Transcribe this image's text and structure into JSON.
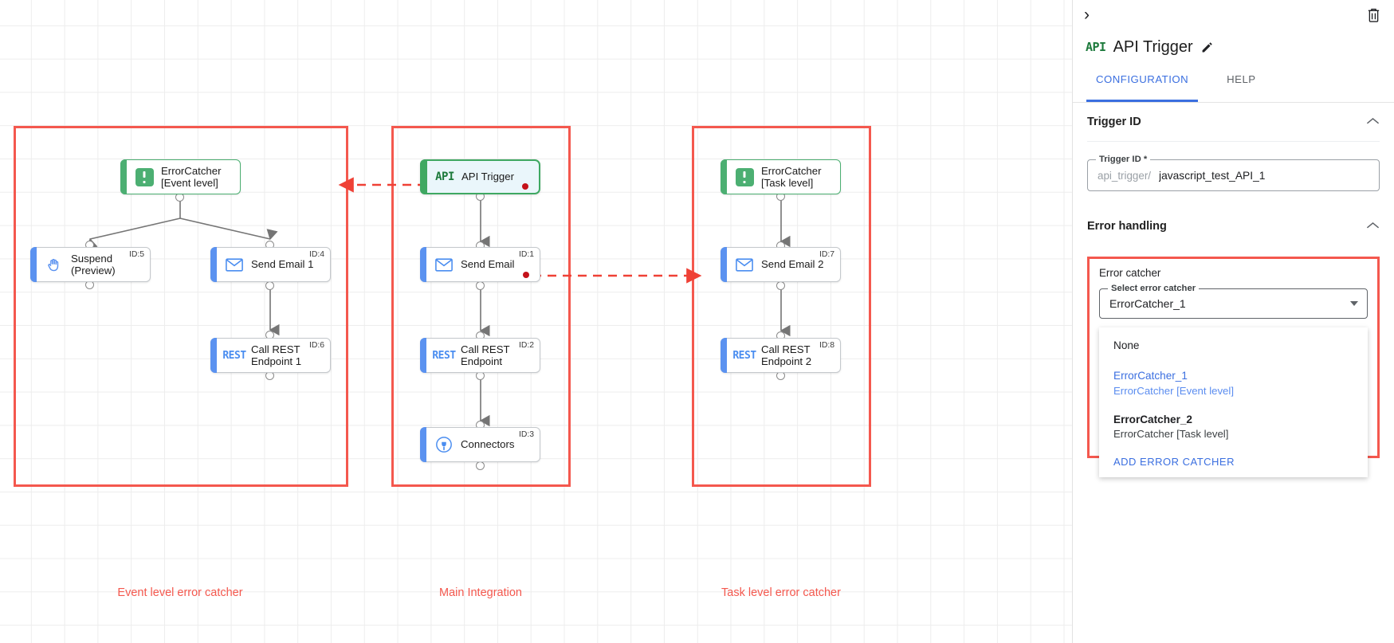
{
  "canvas": {
    "groups": [
      {
        "caption": "Event level error catcher"
      },
      {
        "caption": "Main Integration"
      },
      {
        "caption": "Task level error catcher"
      }
    ],
    "nodes": {
      "error_catcher_event": {
        "label": "ErrorCatcher\n[Event level]",
        "icon": "alert-square-icon",
        "id": ""
      },
      "suspend": {
        "label": "Suspend\n(Preview)",
        "icon": "hand-icon",
        "id": "ID:5"
      },
      "send_email_1": {
        "label": "Send Email 1",
        "icon": "envelope-icon",
        "id": "ID:4"
      },
      "call_rest_1": {
        "label": "Call REST\nEndpoint 1",
        "icon": "REST",
        "id": "ID:6"
      },
      "api_trigger": {
        "label": "API Trigger",
        "icon": "API",
        "id": ""
      },
      "send_email": {
        "label": "Send Email",
        "icon": "envelope-icon",
        "id": "ID:1"
      },
      "call_rest": {
        "label": "Call REST\nEndpoint",
        "icon": "REST",
        "id": "ID:2"
      },
      "connectors": {
        "label": "Connectors",
        "icon": "connector-icon",
        "id": "ID:3"
      },
      "error_catcher_task": {
        "label": "ErrorCatcher\n[Task level]",
        "icon": "alert-square-icon",
        "id": ""
      },
      "send_email_2": {
        "label": "Send Email 2",
        "icon": "envelope-icon",
        "id": "ID:7"
      },
      "call_rest_2": {
        "label": "Call REST\nEndpoint 2",
        "icon": "REST",
        "id": "ID:8"
      }
    }
  },
  "panel": {
    "collapse_icon": "›",
    "trash_icon": "trash-icon",
    "title": "API Trigger",
    "title_icon": "API",
    "tabs": [
      {
        "label": "CONFIGURATION",
        "active": true
      },
      {
        "label": "HELP",
        "active": false
      }
    ],
    "trigger_id_section": {
      "title": "Trigger ID",
      "field_label": "Trigger ID *",
      "prefix": "api_trigger/",
      "value": "javascript_test_API_1"
    },
    "error_handling_section": {
      "title": "Error handling",
      "block_title": "Error catcher",
      "select_label": "Select error catcher",
      "selected_value": "ErrorCatcher_1",
      "options": [
        {
          "main": "None",
          "sub": "",
          "selected": false,
          "bold": false
        },
        {
          "main": "ErrorCatcher_1",
          "sub": "ErrorCatcher [Event level]",
          "selected": true,
          "bold": false
        },
        {
          "main": "ErrorCatcher_2",
          "sub": "ErrorCatcher [Task level]",
          "selected": false,
          "bold": true
        }
      ],
      "add_action": "ADD ERROR CATCHER"
    }
  },
  "colors": {
    "accent_blue": "#3b6fe0",
    "error_red": "#f4584e",
    "node_blue": "#5b92f0",
    "node_green": "#4caf72",
    "dot_red": "#c4121a"
  }
}
